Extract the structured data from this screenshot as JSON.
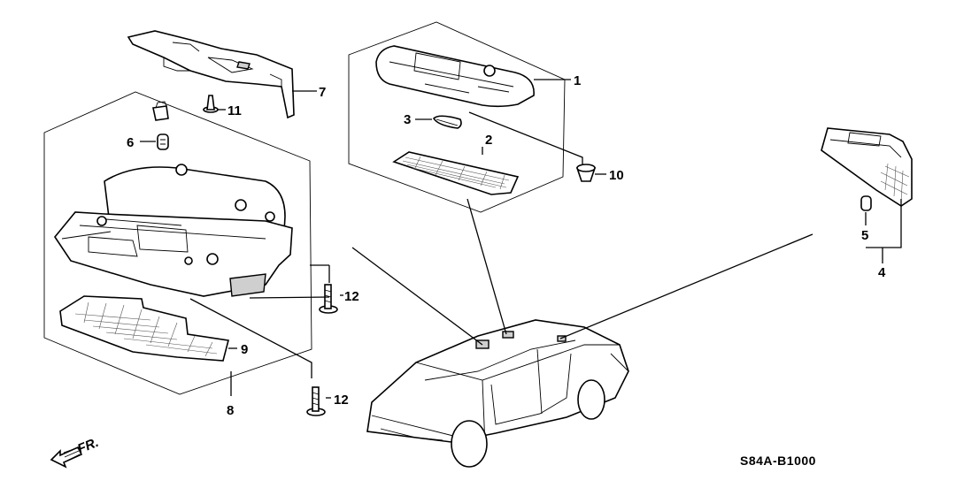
{
  "callouts": [
    {
      "id": "1",
      "text": "1"
    },
    {
      "id": "2",
      "text": "2"
    },
    {
      "id": "3",
      "text": "3"
    },
    {
      "id": "4",
      "text": "4"
    },
    {
      "id": "5",
      "text": "5"
    },
    {
      "id": "6",
      "text": "6"
    },
    {
      "id": "7",
      "text": "7"
    },
    {
      "id": "8",
      "text": "8"
    },
    {
      "id": "9",
      "text": "9"
    },
    {
      "id": "10",
      "text": "10"
    },
    {
      "id": "11",
      "text": "11"
    },
    {
      "id": "12a",
      "text": "12"
    },
    {
      "id": "12b",
      "text": "12"
    }
  ],
  "direction_label": "FR.",
  "diagram_code": "S84A-B1000"
}
